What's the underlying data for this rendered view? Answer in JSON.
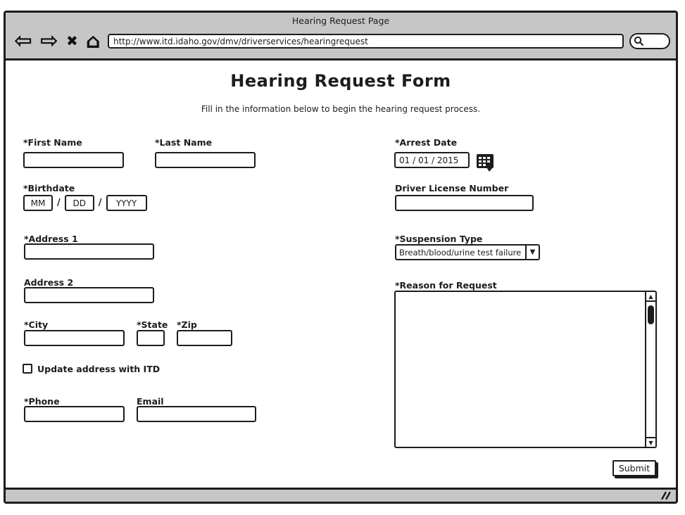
{
  "browser": {
    "title": "Hearing Request Page",
    "url": "http://www.itd.idaho.gov/dmv/driverservices/hearingrequest"
  },
  "icons": {
    "back": "⇦",
    "forward": "⇨",
    "stop": "✖",
    "home": "⌂",
    "scroll_up": "▲",
    "scroll_down": "▼",
    "dropdown_arrow": "▼"
  },
  "form": {
    "title": "Hearing Request Form",
    "subtitle": "Fill in the information below to begin the hearing request process.",
    "fields": {
      "first_name_label": "*First Name",
      "last_name_label": "*Last Name",
      "birthdate_label": "*Birthdate",
      "birthdate_mm": "MM",
      "birthdate_dd": "DD",
      "birthdate_yyyy": "YYYY",
      "date_separator": "/",
      "address1_label": "*Address 1",
      "address2_label": "Address 2",
      "city_label": "*City",
      "state_label": "*State",
      "zip_label": "*Zip",
      "update_address_label": "Update address with ITD",
      "phone_label": "*Phone",
      "email_label": "Email",
      "arrest_date_label": "*Arrest Date",
      "arrest_date_value": "01 / 01 / 2015",
      "driver_license_label": "Driver License Number",
      "suspension_type_label": "*Suspension Type",
      "suspension_type_value": "Breath/blood/urine test failure",
      "reason_label": "*Reason for Request"
    },
    "submit_label": "Submit"
  },
  "colors": {
    "chrome_gray": "#c6c6c6",
    "ink": "#1c1c1c"
  }
}
